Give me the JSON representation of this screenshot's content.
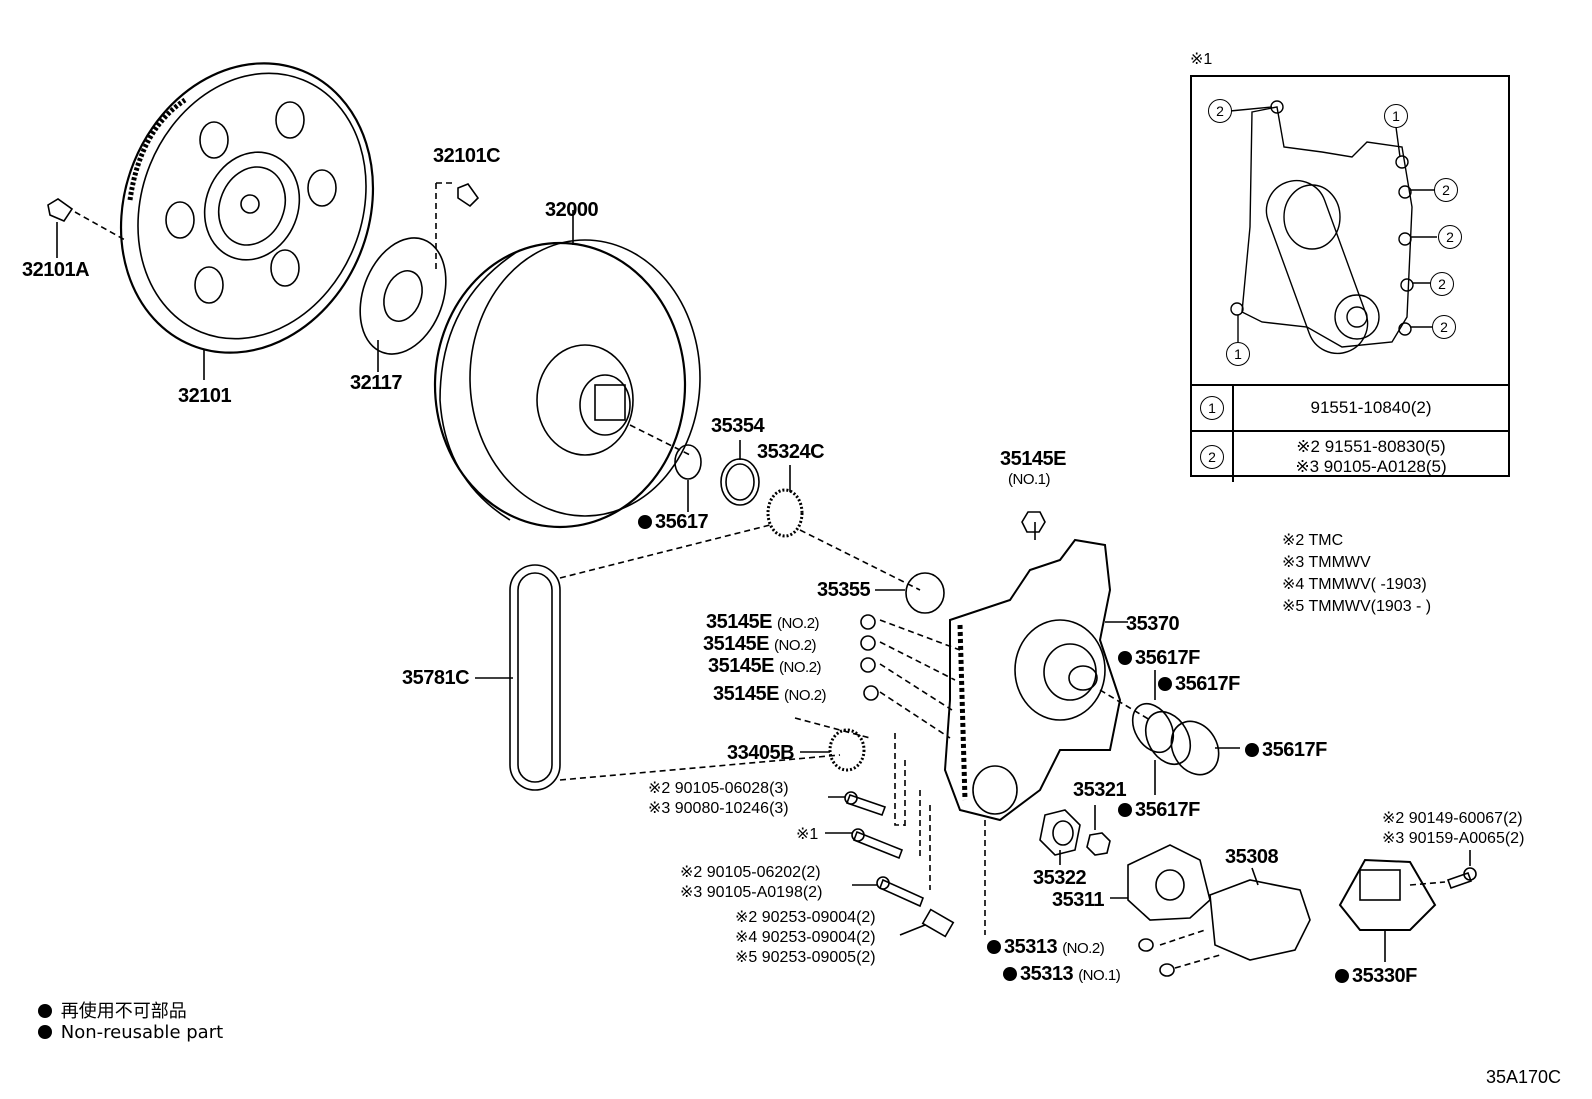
{
  "parts": {
    "p32101A": "32101A",
    "p32101": "32101",
    "p32101C": "32101C",
    "p32117": "32117",
    "p32000": "32000",
    "p35354": "35354",
    "p35324C": "35324C",
    "p35617": "35617",
    "p35145E_no1": "35145E",
    "no1": "(NO.1)",
    "p35355": "35355",
    "p35370": "35370",
    "p35145E": "35145E",
    "no2": "(NO.2)",
    "p35617F": "35617F",
    "p35781C": "35781C",
    "p33405B": "33405B",
    "p35321": "35321",
    "p35322": "35322",
    "p35311": "35311",
    "p35308": "35308",
    "p35313": "35313",
    "p35330F": "35330F"
  },
  "refs": {
    "r1a": "※2 90105-06028(3)",
    "r1b": "※3 90080-10246(3)",
    "r2": "※1",
    "r3a": "※2 90105-06202(2)",
    "r3b": "※3 90105-A0198(2)",
    "r4a": "※2 90253-09004(2)",
    "r4b": "※4 90253-09004(2)",
    "r4c": "※5 90253-09005(2)",
    "r5a": "※2 90149-60067(2)",
    "r5b": "※3 90159-A0065(2)"
  },
  "inset": {
    "title": "※1",
    "c1": "1",
    "c2": "2",
    "row1": "91551-10840(2)",
    "row2a": "※2 91551-80830(5)",
    "row2b": "※3 90105-A0128(5)"
  },
  "notes": {
    "n2": "※2 TMC",
    "n3": "※3 TMMWV",
    "n4": "※4 TMMWV(          -1903)",
    "n5": "※5 TMMWV(1903  -          )"
  },
  "legend": {
    "jp": "再使用不可部品",
    "en": "Non-reusable part"
  },
  "code": "35A170C"
}
